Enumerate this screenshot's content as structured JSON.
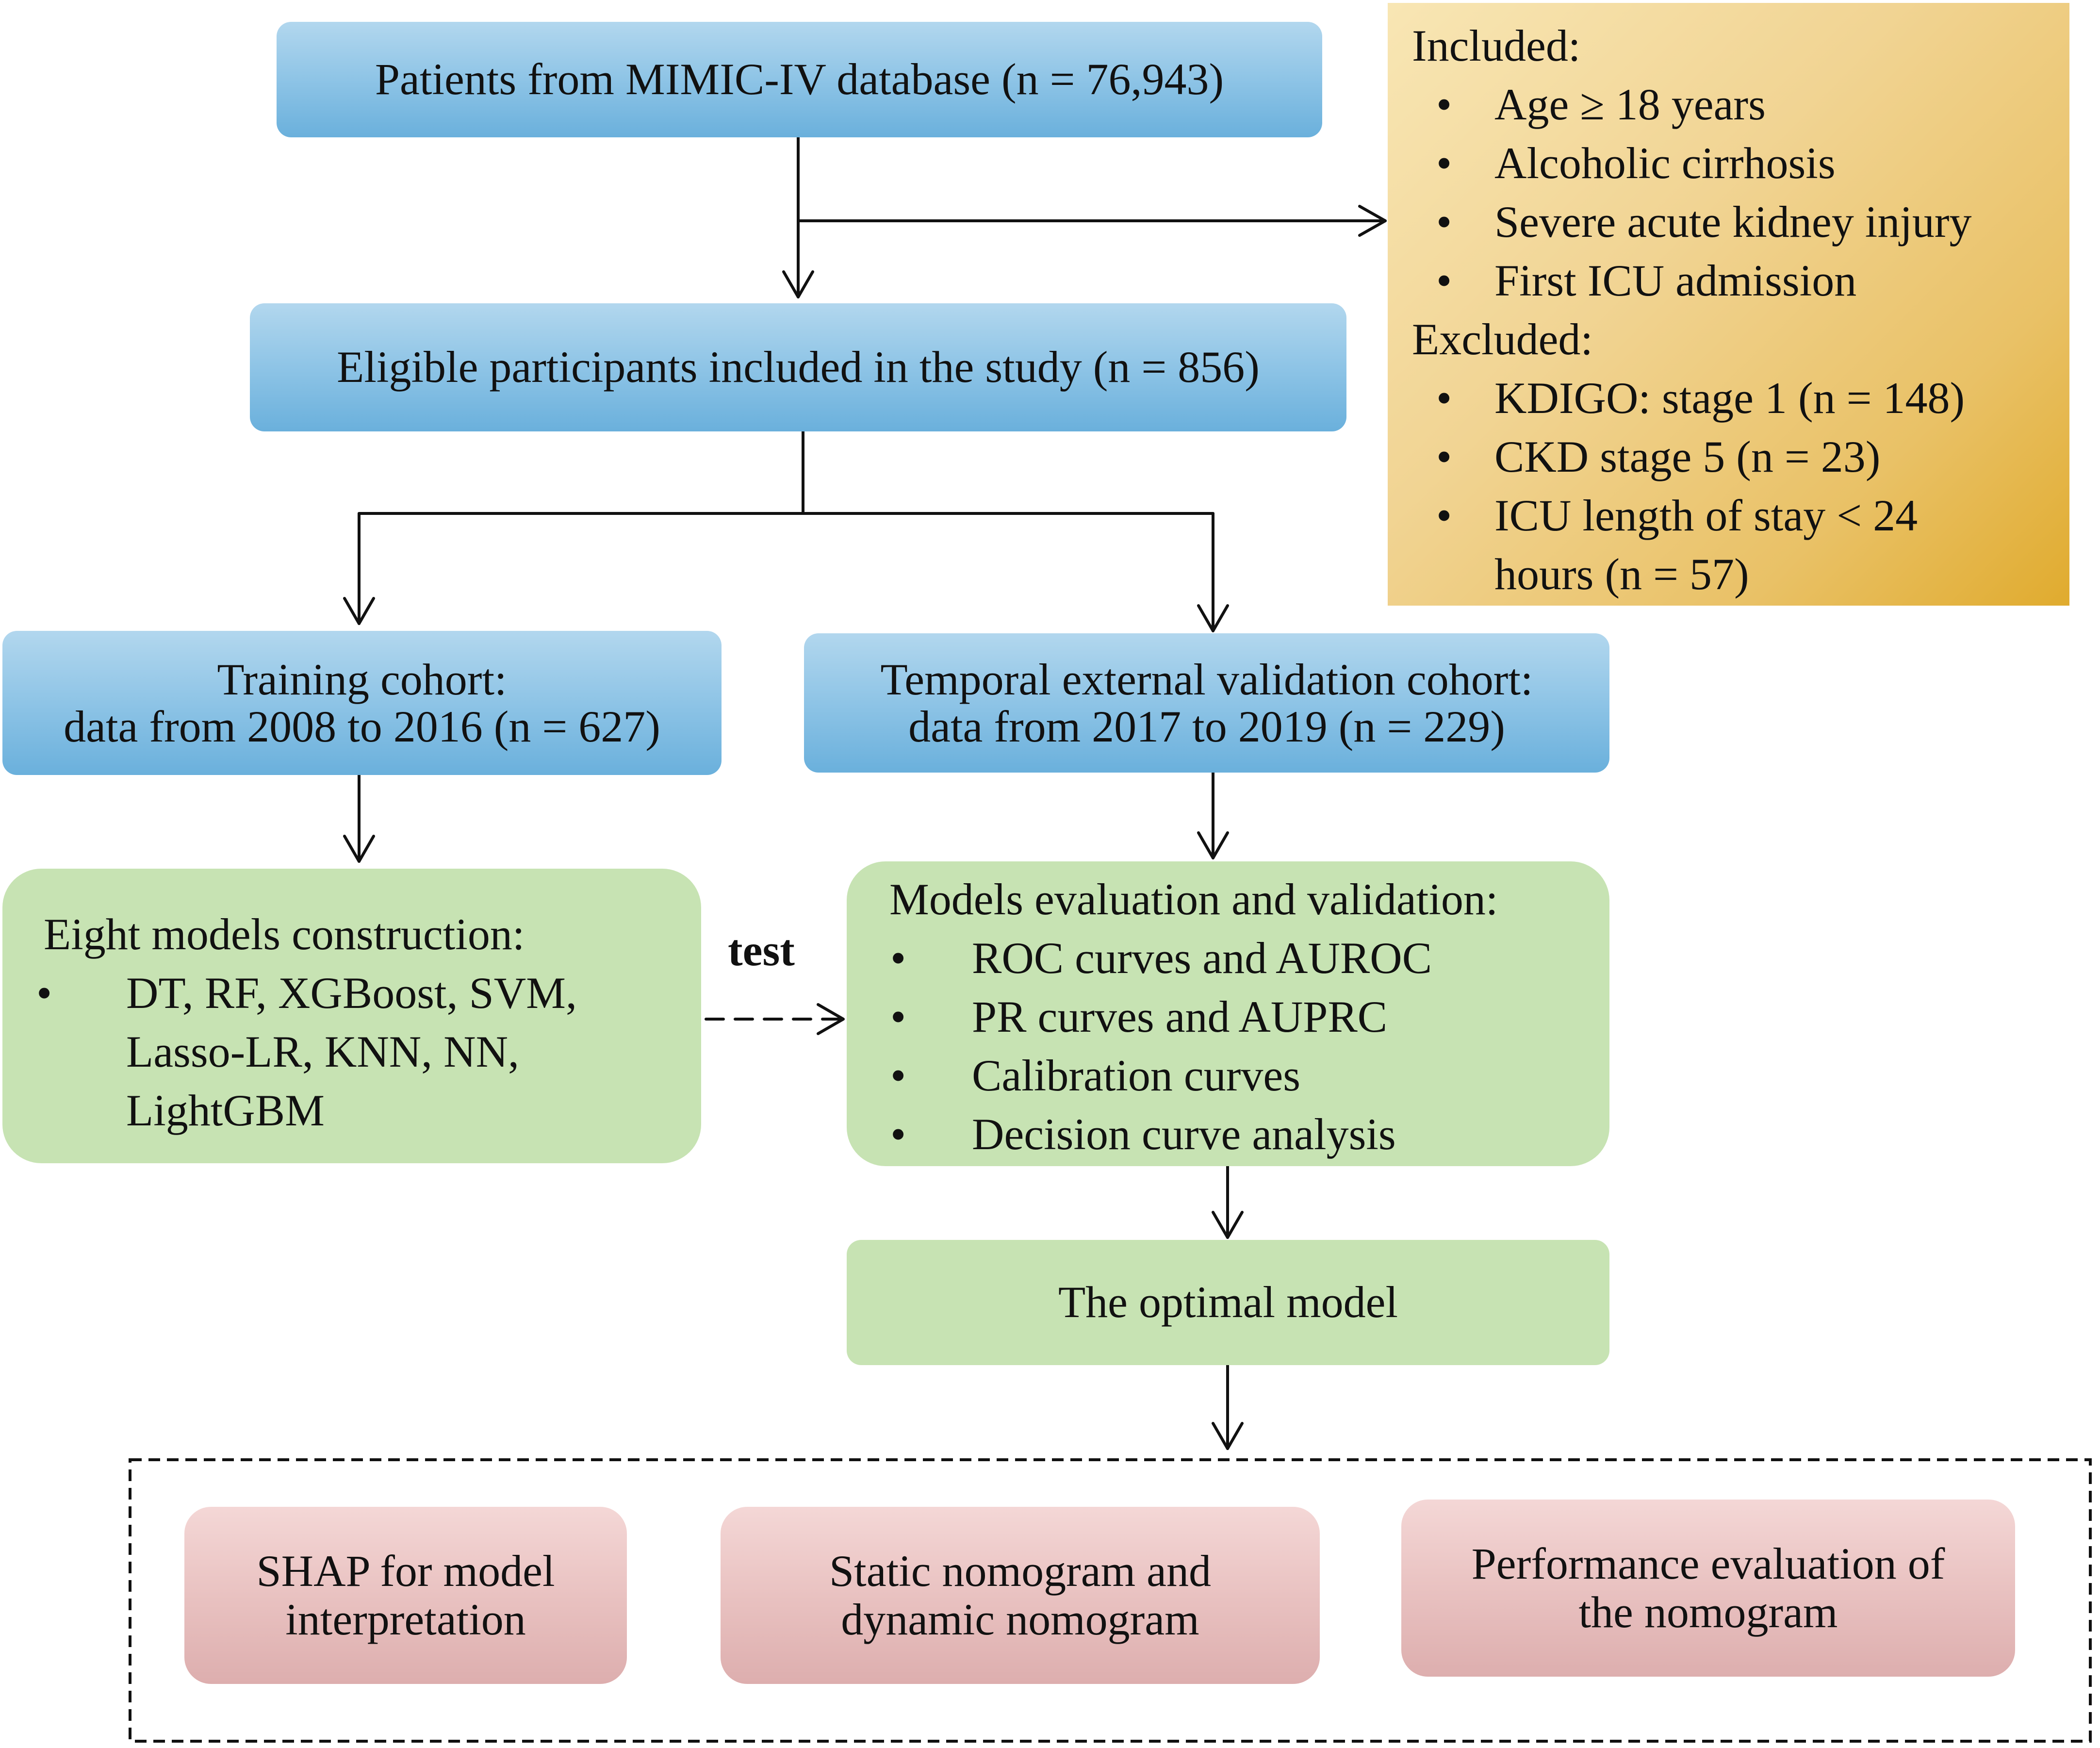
{
  "source_box": {
    "text": "Patients from MIMIC-IV database (n = 76,943)"
  },
  "criteria": {
    "included_heading": "Included:",
    "included": [
      "Age ≥ 18 years",
      "Alcoholic cirrhosis",
      "Severe acute kidney injury",
      "First ICU admission"
    ],
    "excluded_heading": "Excluded:",
    "excluded": [
      {
        "line1": "KDIGO: stage 1 (n = 148)"
      },
      {
        "line1": "CKD stage 5 (n = 23)"
      },
      {
        "line1": "ICU length of stay < 24",
        "line2": "hours (n = 57)"
      }
    ],
    "bullet": "•"
  },
  "eligible_box": {
    "text": "Eligible participants included in the study (n = 856)"
  },
  "training_box": {
    "line1": "Training cohort:",
    "line2": "data from 2008 to 2016 (n = 627)"
  },
  "validation_box": {
    "line1": "Temporal external validation cohort:",
    "line2": "data from 2017 to 2019 (n = 229)"
  },
  "models_box": {
    "heading": "Eight  models construction:",
    "item_line1": "DT, RF, XGBoost, SVM,",
    "item_line2": "Lasso-LR, KNN, NN,",
    "item_line3": "LightGBM"
  },
  "test_label": "test",
  "evaluation_box": {
    "heading": "Models evaluation and validation:",
    "items": [
      "ROC curves and AUROC",
      "PR curves and AUPRC",
      "Calibration curves",
      "Decision curve analysis"
    ]
  },
  "optimal_box": {
    "text": "The optimal model"
  },
  "outputs": [
    {
      "line1": "SHAP for model",
      "line2": "interpretation"
    },
    {
      "line1": "Static nomogram and",
      "line2": "dynamic nomogram"
    },
    {
      "line1": "Performance evaluation of",
      "line2": "the nomogram"
    }
  ],
  "colors": {
    "blue_box": "#8ec4e6",
    "green_box": "#c7e3b3",
    "pink_box": "#e9c2c1",
    "gold_box": "#e9c166",
    "arrow": "#111111"
  }
}
